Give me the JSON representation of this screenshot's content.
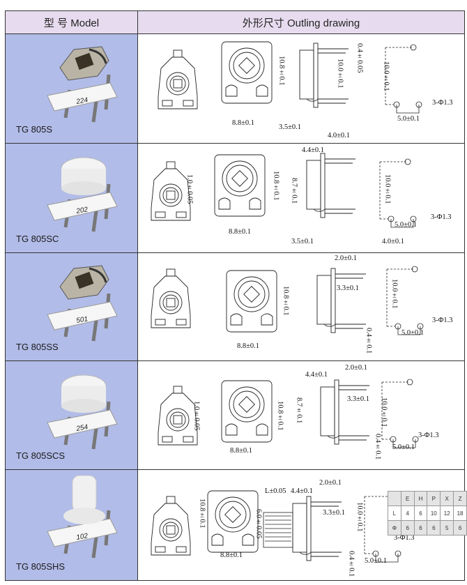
{
  "header": {
    "model": "型 号  Model",
    "drawing": "外形尺寸  Outling drawing"
  },
  "rows": [
    {
      "model": "TG 805S",
      "code": "224",
      "type": "metal",
      "dims": [
        "10.8±0.1",
        "8.8±0.1",
        "3.5±0.1",
        "4.0±0.1",
        "10.0±0.1",
        "0.4±0.05",
        "10.0±0.1",
        "3-Φ1.3",
        "5.0±0.1"
      ]
    },
    {
      "model": "TG 805SC",
      "code": "202",
      "type": "knob",
      "dims": [
        "4.4±0.1",
        "1.0±0.05",
        "10.8±0.1",
        "8.7±0.1",
        "8.8±0.1",
        "10.0±0.1",
        "3-Φ1.3",
        "5.0±0.1",
        "3.5±0.1",
        "4.0±0.1"
      ]
    },
    {
      "model": "TG 805SS",
      "code": "501",
      "type": "metal",
      "dims": [
        "2.0±0.1",
        "3.3±0.1",
        "10.8±0.1",
        "8.8±0.1",
        "10.0±0.1",
        "3-Φ1.3",
        "5.0±0.1",
        "0.4±0.1"
      ]
    },
    {
      "model": "TG 805SCS",
      "code": "254",
      "type": "knob",
      "dims": [
        "4.4±0.1",
        "2.0±0.1",
        "3.3±0.1",
        "1.0±0.05",
        "10.8±0.1",
        "8.7±0.1",
        "8.8±0.1",
        "10.0±0.1",
        "0.4±0.1",
        "3-Φ1.3",
        "5.0±0.1"
      ]
    },
    {
      "model": "TG 805SHS",
      "code": "102",
      "type": "shaft",
      "dims": [
        "L±0.05",
        "4.4±0.1",
        "2.0±0.1",
        "3.3±0.1",
        "10.8±0.1",
        "6.0±0.05",
        "8.8±0.1",
        "10.0±0.1",
        "3-Φ1.3",
        "5.0±0.1",
        "0.4±0.1"
      ]
    }
  ],
  "spec_table": {
    "header": [
      "",
      "E",
      "H",
      "P",
      "X",
      "Z"
    ],
    "rows": [
      [
        "L",
        "4",
        "6",
        "10",
        "12",
        "18"
      ],
      [
        "Φ",
        "6",
        "6",
        "6",
        "5",
        "6"
      ]
    ]
  }
}
